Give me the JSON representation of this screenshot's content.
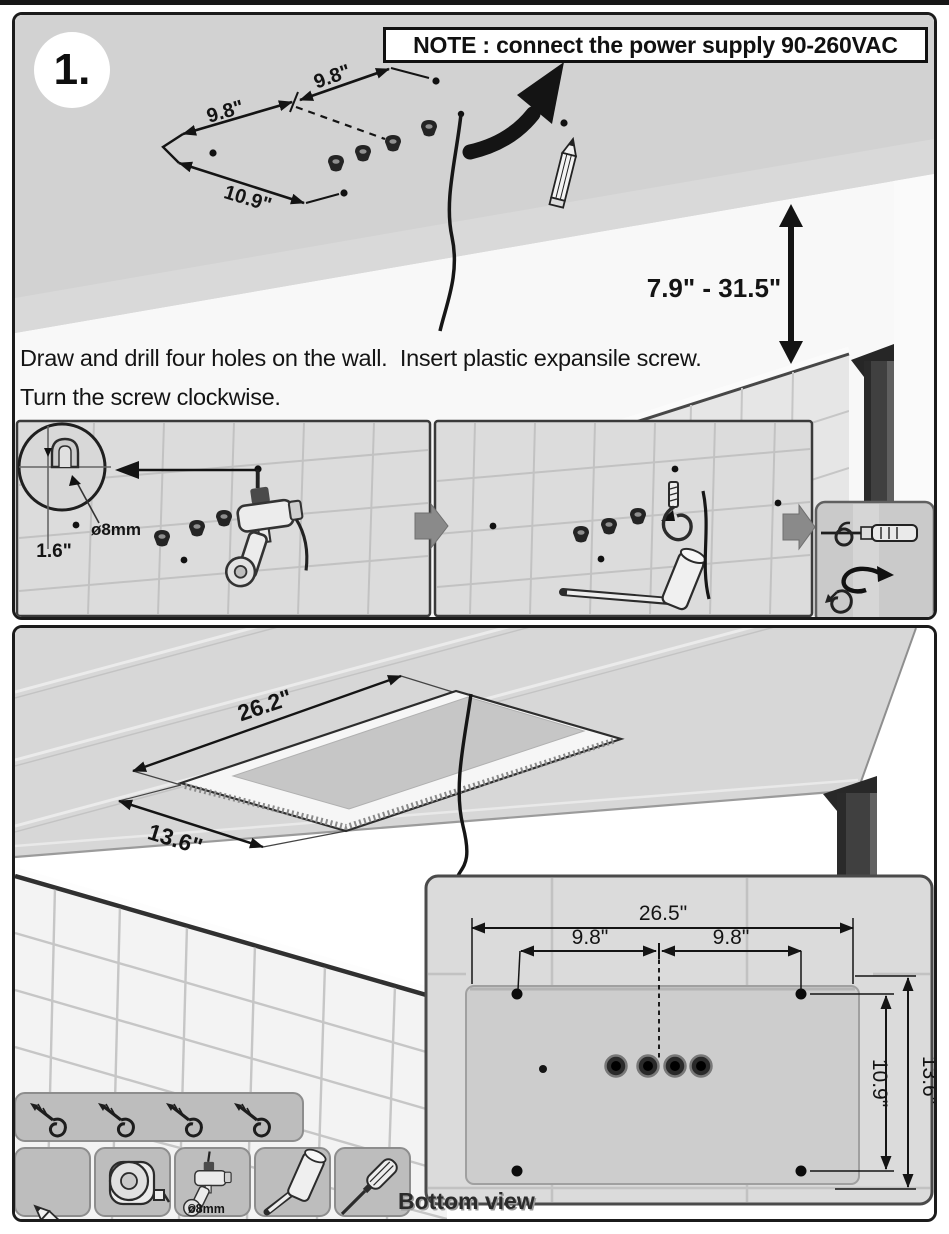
{
  "page": {
    "step_number": "1.",
    "note_text": "NOTE : connect the power supply 90-260VAC",
    "instruction_line1": "Draw and drill four holes on the wall.  Insert plastic expansile screw.",
    "instruction_line2": "Turn the screw clockwise.",
    "bottom_view_label": "Bottom view"
  },
  "dims": {
    "ceiling_left": "9.8\"",
    "ceiling_right": "9.8\"",
    "ceiling_depth": "10.9\"",
    "hang_range": "7.9\" - 31.5\"",
    "hole_depth": "1.6\"",
    "hole_diameter": "ø8mm",
    "plate_length": "26.2\"",
    "plate_width": "13.6\"",
    "bv_overall_width": "26.5\"",
    "bv_left_span": "9.8\"",
    "bv_right_span": "9.8\"",
    "bv_inner_height": "10.9\"",
    "bv_overall_height": "13.6\"",
    "tool_drill_bit": "ø8mm"
  },
  "icons": [
    "pencil",
    "tape-measure",
    "drill",
    "mallet",
    "screwdriver",
    "hook-screw",
    "wall-anchor",
    "curved-arrow",
    "rotate-arrow"
  ],
  "colors": {
    "panel_border": "#1b1b1b",
    "ceiling_gray": "#d2d2d2",
    "wall_white": "#f8f8f8",
    "tile_gray": "#e6e6e6",
    "tool_chip_gray": "#bdbdbd",
    "inset_gray": "#dbdbdb",
    "ink": "#161616",
    "step_arrow_gray": "#8a8a8a"
  }
}
